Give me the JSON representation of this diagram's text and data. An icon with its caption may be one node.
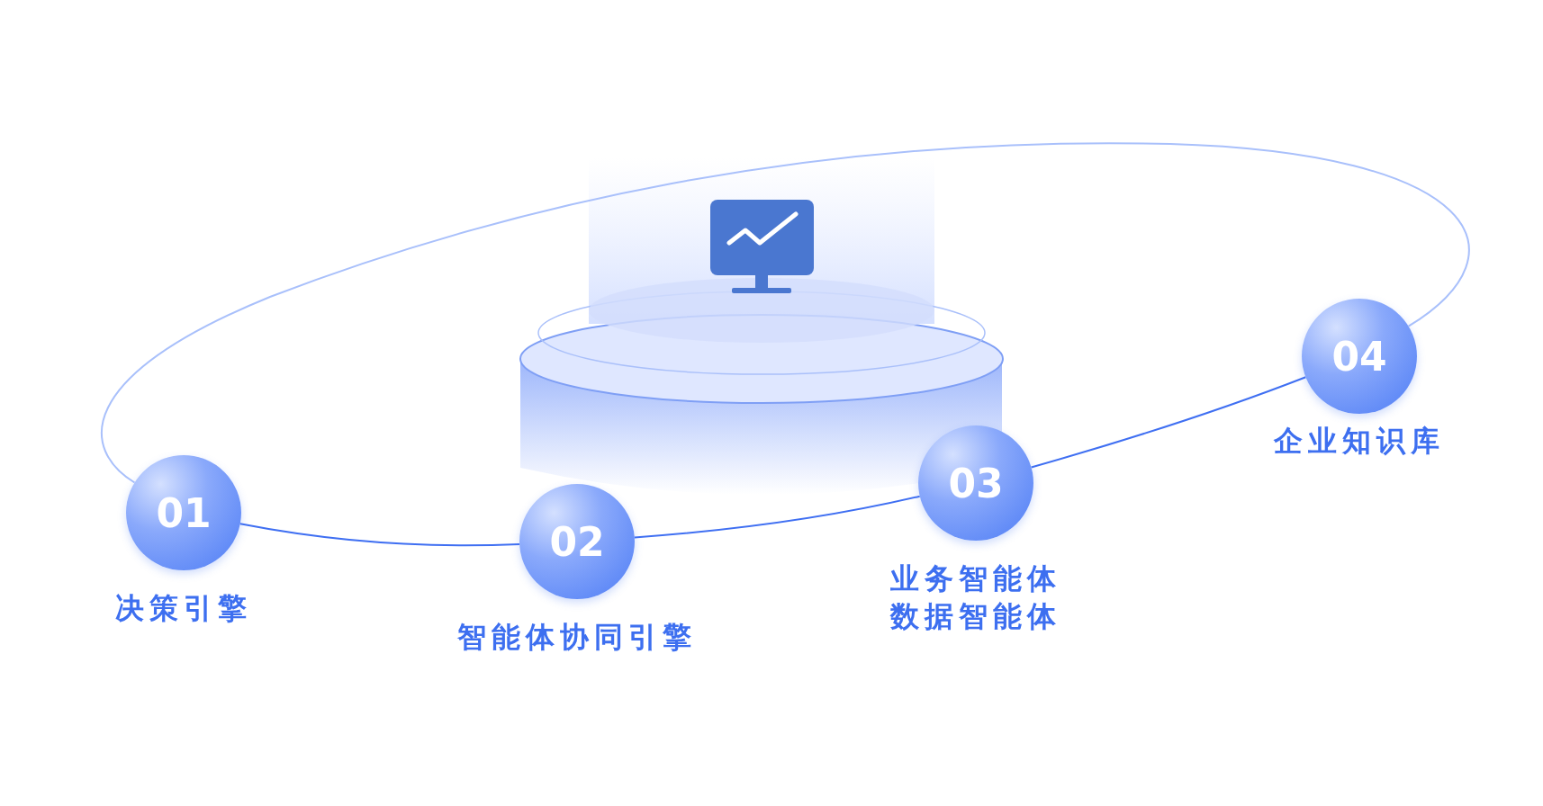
{
  "diagram": {
    "nodes": [
      {
        "text": [
          "01"
        ],
        "beside": [
          "决策引擎"
        ]
      },
      {
        "text": [
          "02"
        ],
        "beside": [
          "智能体协同引擎"
        ]
      },
      {
        "text": [
          "03"
        ],
        "beside": [
          "业务智能体",
          "数据智能体"
        ]
      },
      {
        "text": [
          "04"
        ],
        "beside": [
          "企业知识库"
        ]
      }
    ],
    "edges": [
      {
        "from": 0,
        "to": 1,
        "arrow": "none"
      },
      {
        "from": 1,
        "to": 2,
        "arrow": "none"
      },
      {
        "from": 2,
        "to": 3,
        "arrow": "none"
      },
      {
        "from": 3,
        "to": 0,
        "arrow": "none",
        "color": "#a9c0fb"
      }
    ]
  }
}
